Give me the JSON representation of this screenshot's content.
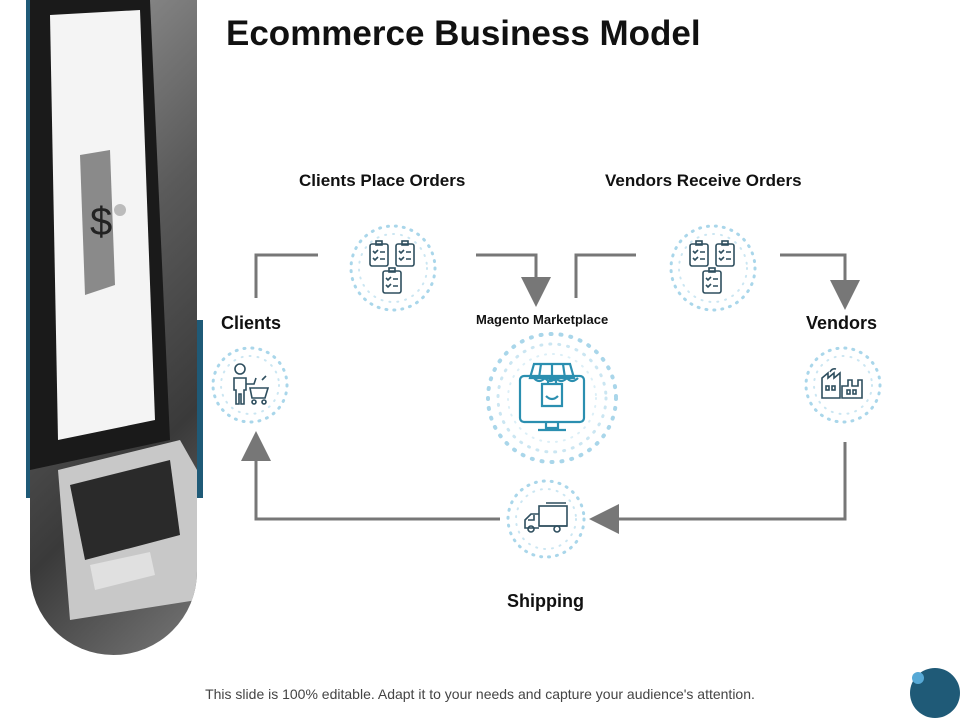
{
  "title": "Ecommerce Business Model",
  "nodes": {
    "clients_place_orders": "Clients Place Orders",
    "vendors_receive_orders": "Vendors Receive Orders",
    "clients": "Clients",
    "vendors": "Vendors",
    "marketplace": "Magento Marketplace",
    "shipping": "Shipping"
  },
  "footer": "This slide is 100% editable. Adapt it to your needs and capture your audience's attention.",
  "colors": {
    "accent": "#1f5a77",
    "icon_dots": "#a9d6ea",
    "icon_line": "#2b7fa6",
    "connector": "#777777"
  }
}
